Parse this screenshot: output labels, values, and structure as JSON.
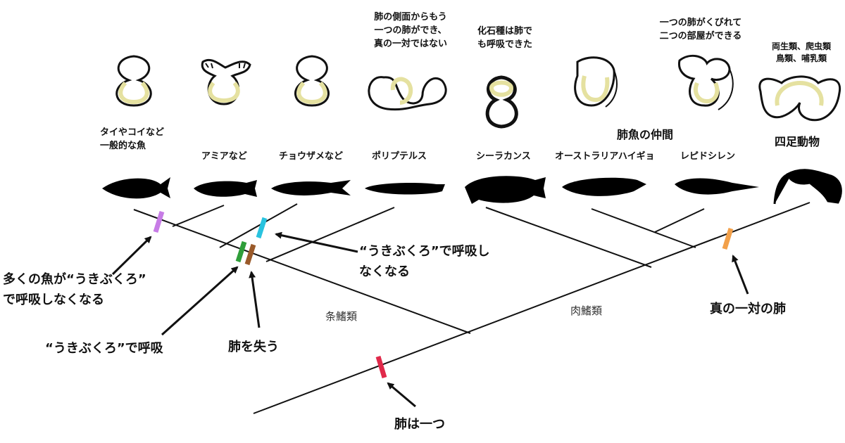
{
  "annotations": {
    "lung_sides": "肺の側面からもう\n一つの肺ができ、\n真の一対ではない",
    "fossil": "化石種は肺で\nも呼吸できた",
    "constricted": "一つの肺がくびれて\n二つの部屋ができる",
    "tetrapod_groups": "両生類、爬虫類\n鳥類、哺乳類"
  },
  "taxa": {
    "tai": "タイやコイなど\n一般的な魚",
    "amia": "アミアなど",
    "sturgeon": "チョウザメなど",
    "polypterus": "ポリプテルス",
    "coelacanth": "シーラカンス",
    "aus_lungfish": "オーストラリアハイギョ",
    "lepidosiren": "レピドシレン",
    "lungfish_group": "肺魚の仲間",
    "tetrapods": "四足動物"
  },
  "clades": {
    "rayfinned": "条鰭類",
    "lobefinned": "肉鰭類"
  },
  "events": {
    "swimbladder_many": "多くの魚が“うきぶくろ”\nで呼吸しなくなる",
    "swimbladder_stop": "“うきぶくろ”で呼吸し\nなくなる",
    "swimbladder_breathe": "“うきぶくろ”で呼吸",
    "lose_lung": "肺を失う",
    "true_pair": "真の一対の肺",
    "one_lung": "肺は一つ"
  },
  "colors": {
    "marker_purple": "#c77ce6",
    "marker_cyan": "#29c3df",
    "marker_green": "#2f9e3a",
    "marker_brown": "#9a5a2a",
    "marker_orange": "#f2a04a",
    "marker_red": "#e0294a",
    "lung_fill": "#eeebb2",
    "line": "#111111"
  }
}
